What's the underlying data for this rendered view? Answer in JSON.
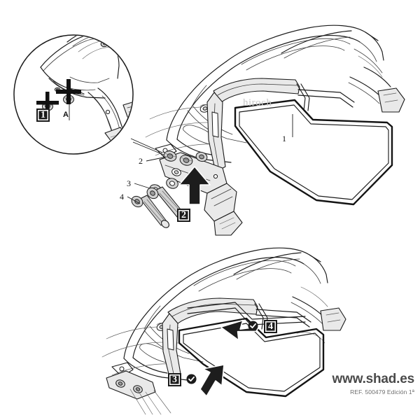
{
  "document": {
    "type": "installation-diagram",
    "subject": "SHAD motorcycle side case mounting bracket",
    "watermark": "hiroch"
  },
  "detail_circle": {
    "step_label": "1",
    "point_label": "A"
  },
  "main_view": {
    "part_callouts": [
      {
        "id": "1",
        "label": "1"
      },
      {
        "id": "2",
        "label": "2"
      },
      {
        "id": "3",
        "label": "3"
      },
      {
        "id": "4",
        "label": "4"
      }
    ],
    "step_label": "2"
  },
  "lower_view": {
    "steps": [
      {
        "label": "3",
        "check": true
      },
      {
        "label": "4",
        "check": true
      }
    ]
  },
  "brand": {
    "url": "www.shad.es",
    "reference": "REF. 500479 Edición 1ª"
  },
  "colors": {
    "line": "#1b1b1b",
    "arrow": "#1d1d1d",
    "step_box_bg": "#1b1b1b",
    "step_box_text": "#ffffff",
    "brand_text": "#4a4a4a",
    "ref_text": "#6e6e6e",
    "watermark": "#c8c8c8",
    "metal_light": "#e9e9e9",
    "metal_mid": "#d2d2d2",
    "metal_dark": "#9b9b9b"
  }
}
